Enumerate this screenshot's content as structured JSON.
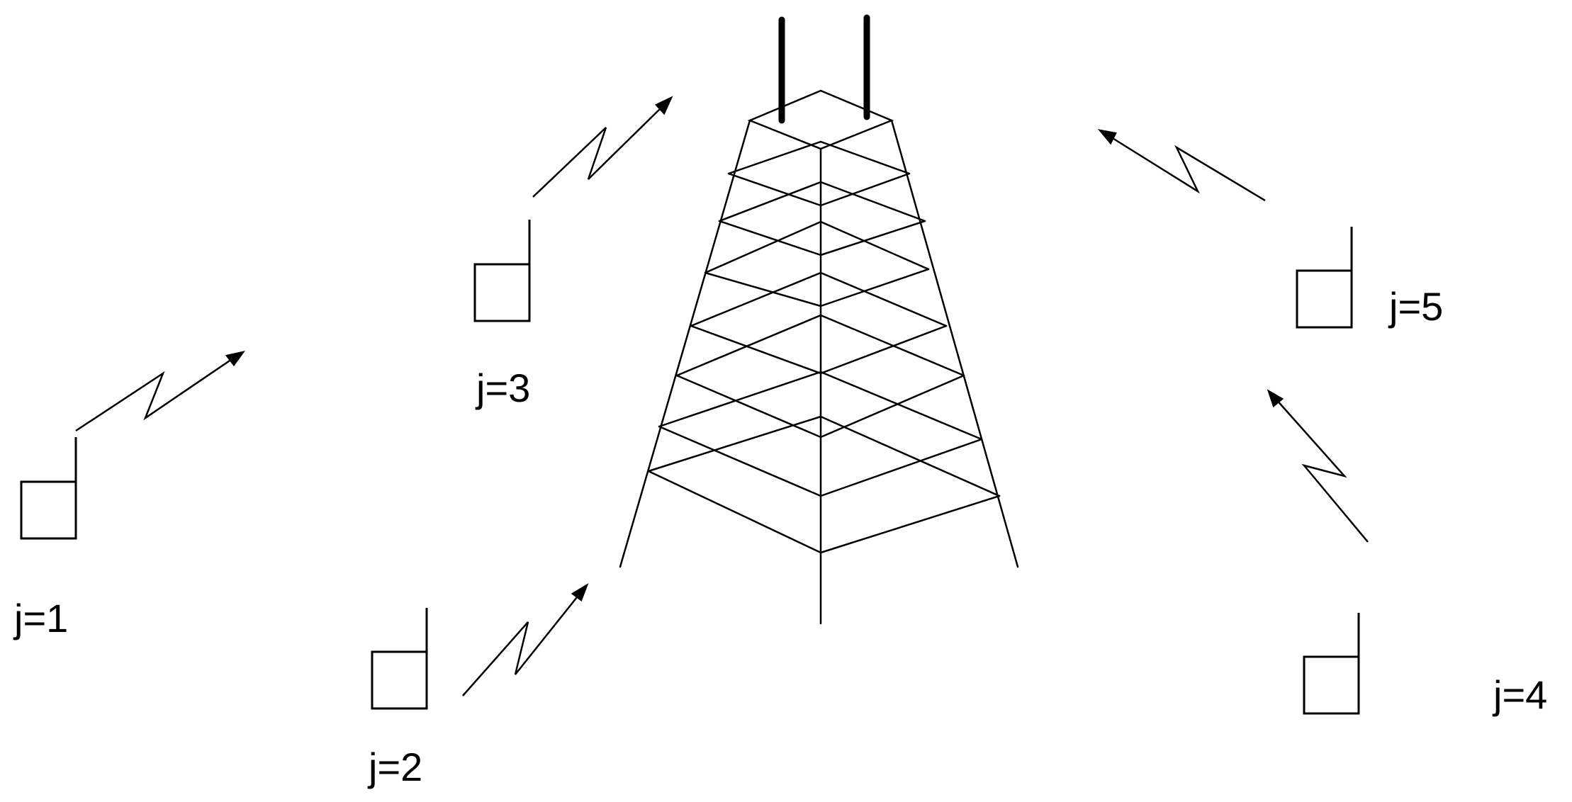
{
  "devices": [
    {
      "id": "device-1",
      "label": "j=1"
    },
    {
      "id": "device-2",
      "label": "j=2"
    },
    {
      "id": "device-3",
      "label": "j=3"
    },
    {
      "id": "device-4",
      "label": "j=4"
    },
    {
      "id": "device-5",
      "label": "j=5"
    }
  ],
  "colors": {
    "stroke": "#000000",
    "background": "#ffffff"
  }
}
